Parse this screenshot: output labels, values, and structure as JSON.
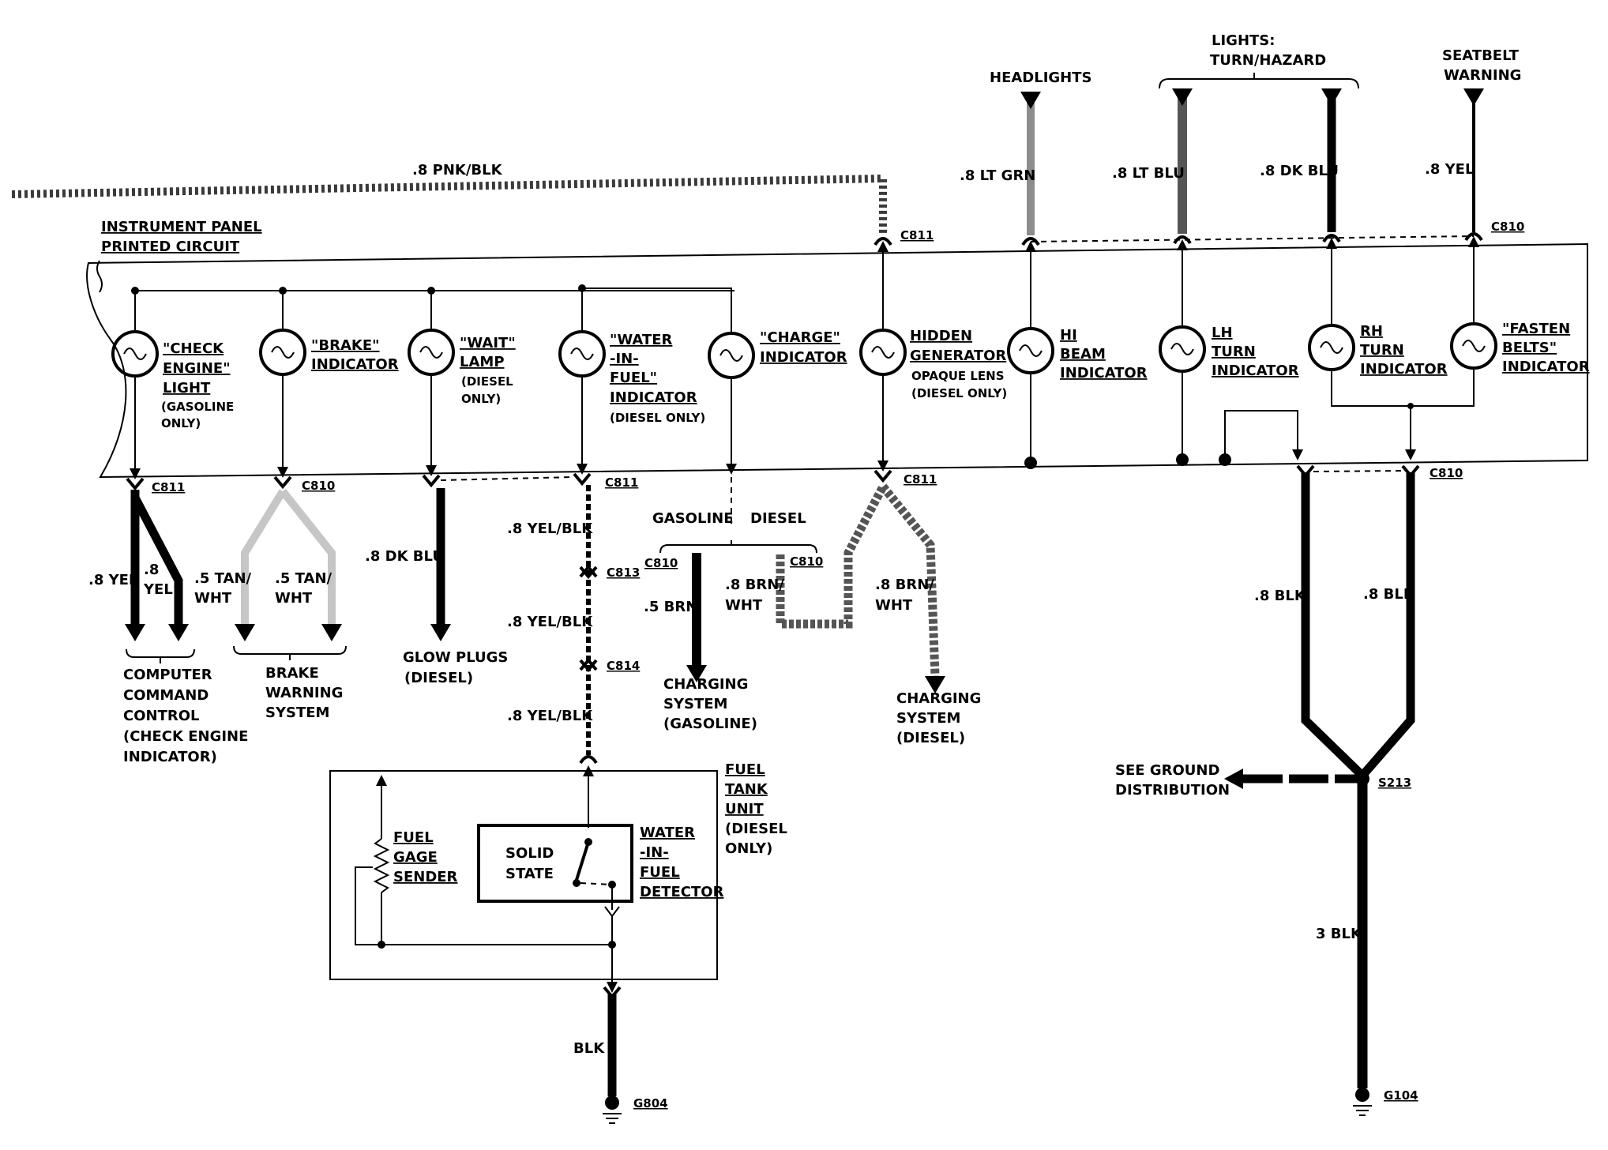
{
  "panel": {
    "title_line1": "INSTRUMENT PANEL",
    "title_line2": "PRINTED CIRCUIT"
  },
  "top_sources": {
    "headlights": "HEADLIGHTS",
    "lights_line1": "LIGHTS:",
    "lights_line2": "TURN/HAZARD",
    "seatbelt_line1": "SEATBELT",
    "seatbelt_line2": "WARNING"
  },
  "wires": {
    "pnk_blk": ".8 PNK/BLK",
    "lt_grn": ".8 LT GRN",
    "lt_blu": ".8 LT BLU",
    "dk_blu_top": ".8 DK BLU",
    "yel_top": ".8 YEL",
    "yel_a": ".8 YEL",
    "yel_b1": ".8",
    "yel_b2": "YEL",
    "tan1_a": ".5 TAN/",
    "tan1_b": "WHT",
    "tan2_a": ".5 TAN/",
    "tan2_b": "WHT",
    "dk_blu_bottom": ".8 DK BLU",
    "yel_blk_1": ".8 YEL/BLK",
    "yel_blk_2": ".8 YEL/BLK",
    "yel_blk_3": ".8 YEL/BLK",
    "brn": ".5 BRN",
    "brn_wht1_a": ".8 BRN/",
    "brn_wht1_b": "WHT",
    "brn_wht2_a": ".8 BRN/",
    "brn_wht2_b": "WHT",
    "blk_left": ".8 BLK",
    "blk_right": ".8 BLK",
    "blk_3": "3 BLK",
    "blk": "BLK"
  },
  "connectors": {
    "c811_top": "C811",
    "c810_top": "C810",
    "c811_b1": "C811",
    "c810_b1": "C810",
    "c811_b2": "C811",
    "c811_b3": "C811",
    "c810_b2": "C810",
    "c813": "C813",
    "c814": "C814",
    "c810_gas": "C810",
    "c810_dsl": "C810"
  },
  "indicators": {
    "check_engine": [
      "\"CHECK",
      "ENGINE\"",
      "LIGHT"
    ],
    "check_engine_note": [
      "(GASOLINE",
      "ONLY)"
    ],
    "brake": [
      "\"BRAKE\"",
      "INDICATOR"
    ],
    "wait": [
      "\"WAIT\"",
      "LAMP"
    ],
    "wait_note": [
      "(DIESEL",
      "ONLY)"
    ],
    "water": [
      "\"WATER",
      "-IN-",
      "FUEL\"",
      "INDICATOR"
    ],
    "water_note": "(DIESEL ONLY)",
    "charge": [
      "\"CHARGE\"",
      "INDICATOR"
    ],
    "hidden": [
      "HIDDEN",
      "GENERATOR"
    ],
    "hidden_note": [
      "OPAQUE LENS",
      "(DIESEL ONLY)"
    ],
    "hi_beam": [
      "HI",
      "BEAM",
      "INDICATOR"
    ],
    "lh_turn": [
      "LH",
      "TURN",
      "INDICATOR"
    ],
    "rh_turn": [
      "RH",
      "TURN",
      "INDICATOR"
    ],
    "fasten": [
      "\"FASTEN",
      "BELTS\"",
      "INDICATOR"
    ]
  },
  "destinations": {
    "ccc": [
      "COMPUTER",
      "COMMAND",
      "CONTROL",
      "(CHECK ENGINE",
      "INDICATOR)"
    ],
    "brake_sys": [
      "BRAKE",
      "WARNING",
      "SYSTEM"
    ],
    "glow": [
      "GLOW PLUGS",
      "(DIESEL)"
    ],
    "gasoline": "GASOLINE",
    "diesel": "DIESEL",
    "charging_gas": [
      "CHARGING",
      "SYSTEM",
      "(GASOLINE)"
    ],
    "charging_dsl": [
      "CHARGING",
      "SYSTEM",
      "(DIESEL)"
    ],
    "ground_dist": [
      "SEE GROUND",
      "DISTRIBUTION"
    ]
  },
  "fuel_tank": {
    "label": [
      "FUEL",
      "TANK",
      "UNIT"
    ],
    "note": [
      "(DIESEL",
      "ONLY)"
    ],
    "sender": [
      "FUEL",
      "GAGE",
      "SENDER"
    ],
    "solid_state": [
      "SOLID",
      "STATE"
    ],
    "detector": [
      "WATER",
      "-IN-",
      "FUEL",
      "DETECTOR"
    ]
  },
  "grounds": {
    "s213": "S213",
    "g104": "G104",
    "g804": "G804"
  }
}
